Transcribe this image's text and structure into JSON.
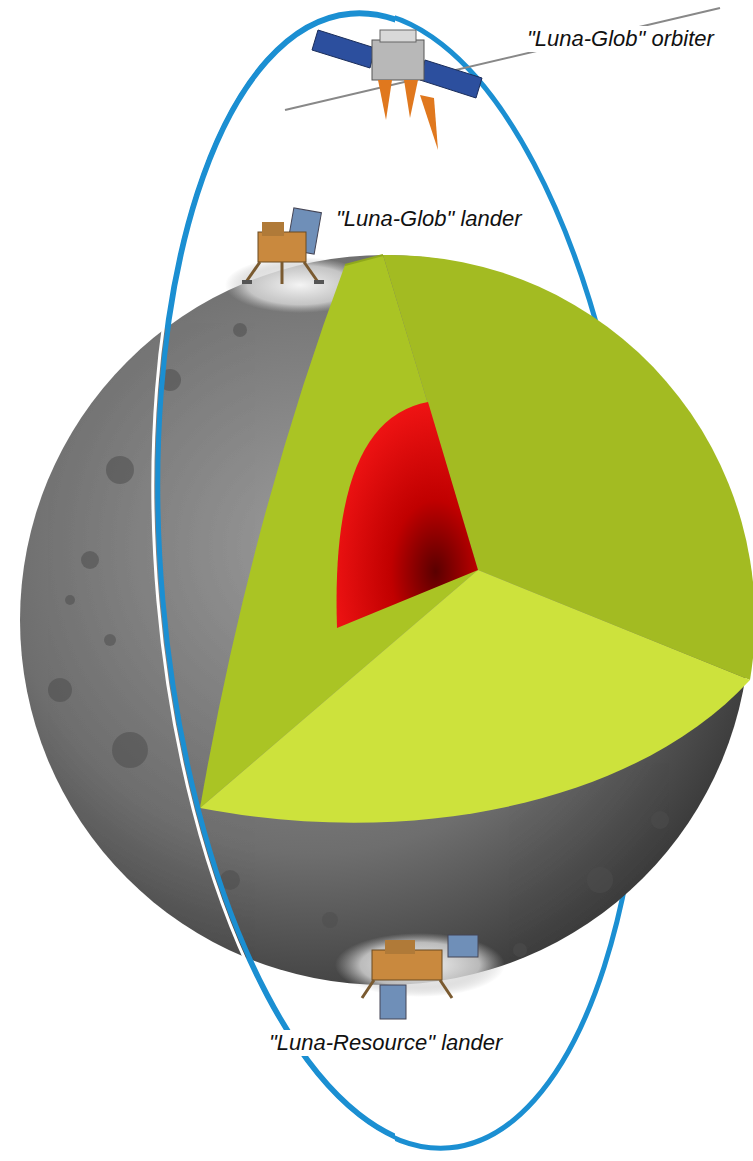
{
  "diagram": {
    "labels": [
      "\"Luna-Glob\" orbiter",
      "\"Luna-Glob\" lander",
      "\"Luna-Resource\" lander"
    ]
  }
}
